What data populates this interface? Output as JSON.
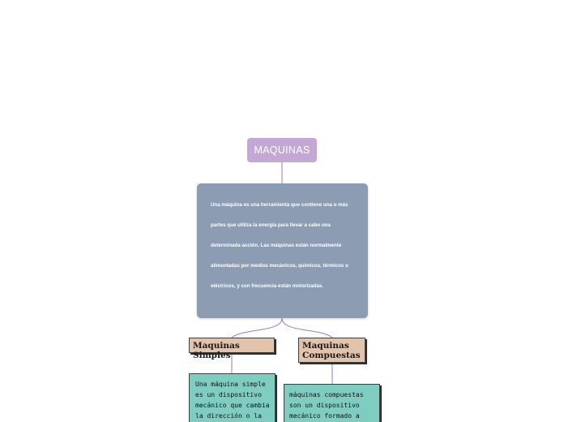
{
  "map": {
    "root": {
      "label": "MAQUINAS"
    },
    "description": "Una máquina es una herramienta que contiene una o más partes que utiliza la energía para llevar a cabo una determinada acción. Las máquinas están normalmente alimentadas por medios mecánicos, químicos, térmicos o eléctricos, y con frecuencia están motorizadas.",
    "branches": [
      {
        "label": "Maquinas Simples",
        "detail": "Una máquina simple es un dispositivo mecánico que cambia la dirección o la"
      },
      {
        "label": "Maquinas Compuestas",
        "detail": "máquinas compuestas son un dispositivo mecánico formado a"
      }
    ]
  },
  "colors": {
    "root": "#c3a8d6",
    "description": "#8c9db3",
    "branch": "#e3c3a9",
    "leaf": "#7ecdc0",
    "connector": "#9b7bbd"
  }
}
